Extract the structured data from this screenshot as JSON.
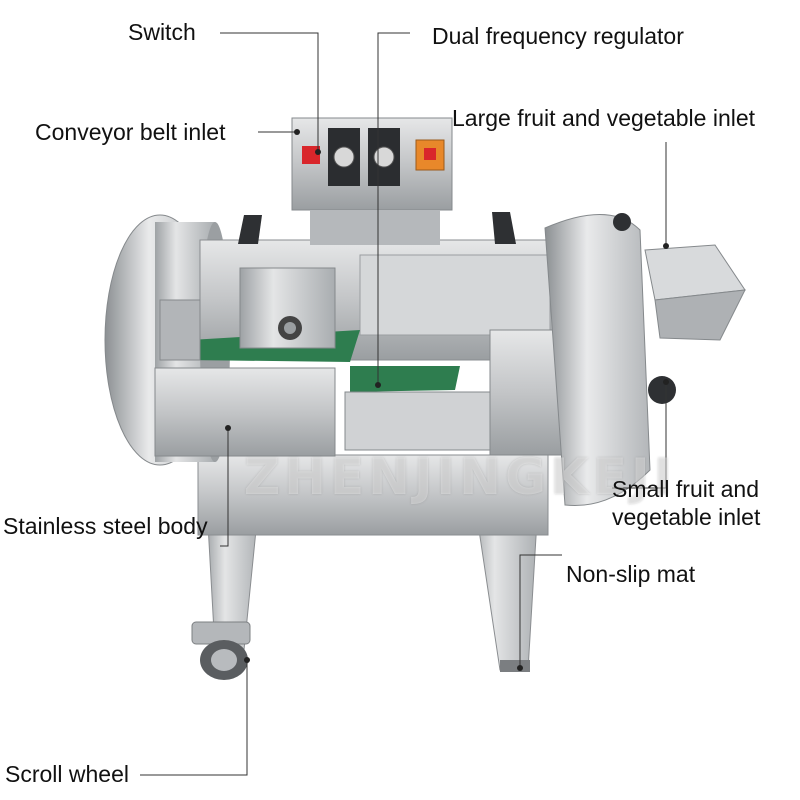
{
  "labels": {
    "switch": "Switch",
    "dual_frequency_regulator": "Dual frequency regulator",
    "large_inlet": "Large fruit and vegetable inlet",
    "conveyor_belt_inlet": "Conveyor belt inlet",
    "small_inlet_line1": "Small fruit and",
    "small_inlet_line2": "vegetable inlet",
    "stainless_steel_body": "Stainless steel body",
    "non_slip_mat": "Non-slip mat",
    "scroll_wheel": "Scroll wheel"
  },
  "watermark": "ZHENJINGKEJI",
  "colors": {
    "steel": "#c9cbcd",
    "steel_dark": "#8f9396",
    "belt": "#2e7d4f",
    "switch_red": "#d9262b",
    "switch_orange": "#e8882a"
  }
}
